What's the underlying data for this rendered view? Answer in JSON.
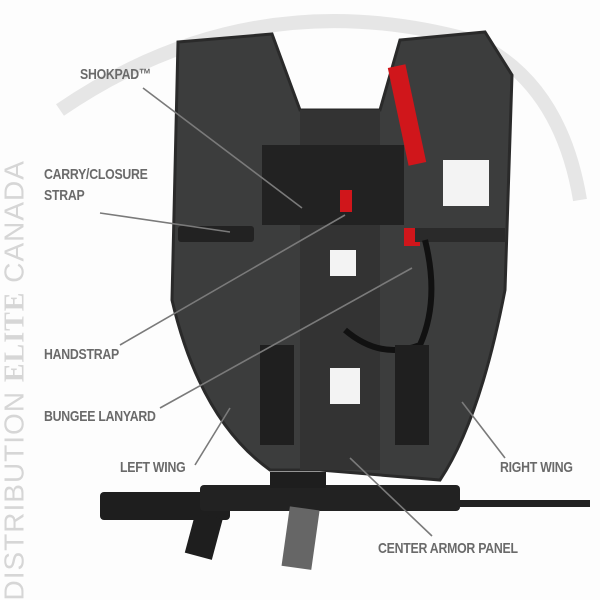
{
  "watermark": {
    "prefix": "DISTRIBUTION ",
    "brand": "ELITE",
    "suffix": " CANADA"
  },
  "labels": {
    "shokpad": "SHOKPAD™",
    "carry_line1": "CARRY/CLOSURE",
    "carry_line2": "STRAP",
    "handstrap": "HANDSTRAP",
    "bungee": "BUNGEE LANYARD",
    "left_wing": "LEFT WING",
    "right_wing": "RIGHT WING",
    "center": "CENTER ARMOR PANEL"
  },
  "colors": {
    "shield": "#3a3b3b",
    "label": "#6a6a6a",
    "strap_red": "#d0161b"
  }
}
